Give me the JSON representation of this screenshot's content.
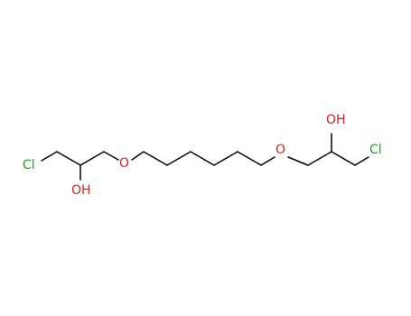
{
  "molecule": {
    "atoms": [
      {
        "id": "cl1",
        "label": "Cl",
        "color": "#1fa01f"
      },
      {
        "id": "oh1",
        "label": "OH",
        "color": "#e0201b"
      },
      {
        "id": "o1",
        "label": "O",
        "color": "#e0201b"
      },
      {
        "id": "o2",
        "label": "O",
        "color": "#e0201b"
      },
      {
        "id": "oh2",
        "label": "OH",
        "color": "#e0201b"
      },
      {
        "id": "cl2",
        "label": "Cl",
        "color": "#1fa01f"
      }
    ],
    "bond_color": "#000000",
    "background": "#ffffff"
  }
}
